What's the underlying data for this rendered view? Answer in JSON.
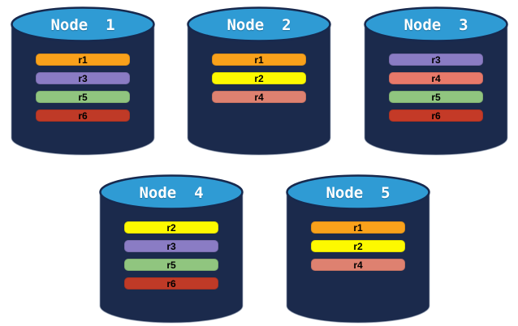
{
  "diagram": {
    "description_colors": {
      "cylinder_body": "#1B2A4C",
      "cylinder_top": "#2F9BD4",
      "cylinder_top_stroke": "#17294E",
      "cylinder_side_highlight": "#9AA5B8",
      "replica_r1": "#F9A11B",
      "replica_r2": "#FDF900",
      "replica_r3": "#8A7CC4",
      "replica_r4": "#DE8170",
      "replica_r5": "#90C57F",
      "replica_r6": "#BF3A27"
    }
  },
  "nodes": [
    {
      "title": "Node 1",
      "replicas": [
        {
          "label": "r1",
          "color": "#F9A11B"
        },
        {
          "label": "r3",
          "color": "#8A7CC4"
        },
        {
          "label": "r5",
          "color": "#90C57F"
        },
        {
          "label": "r6",
          "color": "#BF3A27"
        }
      ]
    },
    {
      "title": "Node 2",
      "replicas": [
        {
          "label": "r1",
          "color": "#F9A11B"
        },
        {
          "label": "r2",
          "color": "#FDF900"
        },
        {
          "label": "r4",
          "color": "#DE8170"
        }
      ]
    },
    {
      "title": "Node 3",
      "replicas": [
        {
          "label": "r3",
          "color": "#8A7CC4"
        },
        {
          "label": "r4",
          "color": "#E8796A"
        },
        {
          "label": "r5",
          "color": "#90C57F"
        },
        {
          "label": "r6",
          "color": "#C43A27"
        }
      ]
    },
    {
      "title": "Node 4",
      "replicas": [
        {
          "label": "r2",
          "color": "#FDF900"
        },
        {
          "label": "r3",
          "color": "#8A7CC4"
        },
        {
          "label": "r5",
          "color": "#90C57F"
        },
        {
          "label": "r6",
          "color": "#BF3A27"
        }
      ]
    },
    {
      "title": "Node 5",
      "replicas": [
        {
          "label": "r1",
          "color": "#F9A11B"
        },
        {
          "label": "r2",
          "color": "#FDF900"
        },
        {
          "label": "r4",
          "color": "#DE8170"
        }
      ]
    }
  ]
}
